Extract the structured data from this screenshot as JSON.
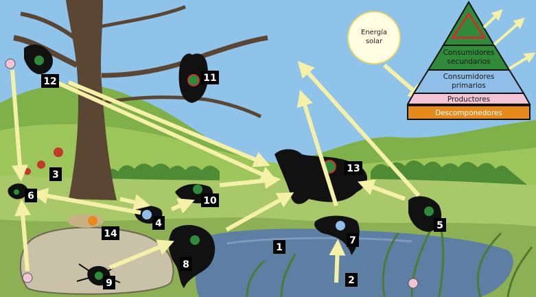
{
  "sun": {
    "line1": "Energía",
    "line2": "solar"
  },
  "pyramid": {
    "level4_line1": "Consumidores",
    "level4_line2": "secundarios",
    "level3_line1": "Consumidores",
    "level3_line2": "primarios",
    "level2": "Productores",
    "level1": "Descomponedores"
  },
  "labels": [
    "1",
    "2",
    "3",
    "4",
    "5",
    "6",
    "7",
    "8",
    "9",
    "10",
    "11",
    "12",
    "13",
    "14"
  ],
  "colors": {
    "sky": "#8fc3ea",
    "arrow": "#f5f0a8",
    "producer": "#f2c4d6",
    "primary": "#8fbfe8",
    "secondary": "#2f8a3a",
    "tertiary": "#c8322e",
    "decomposer": "#e8891c"
  }
}
